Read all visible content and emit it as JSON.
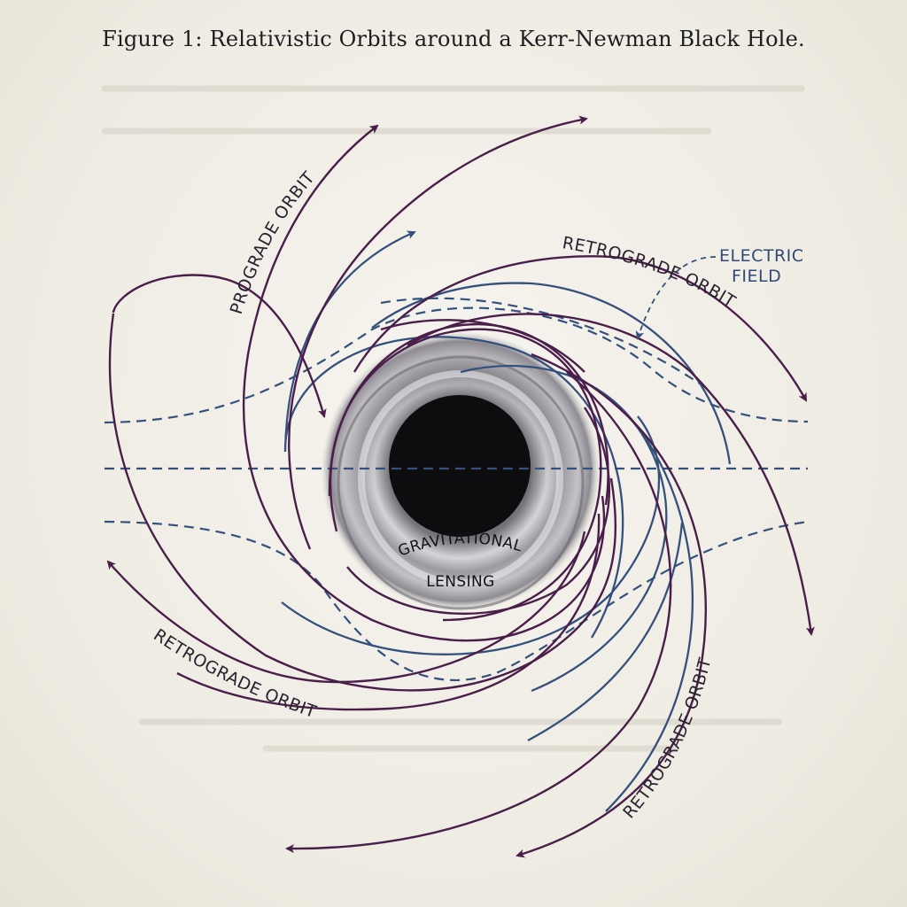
{
  "figure": {
    "caption": "Figure 1: Relativistic Orbits around a Kerr-Newman Black Hole."
  },
  "labels": {
    "prograde": "PROGRADE ORBIT",
    "retrograde_top": "RETROGRADE ORBIT",
    "retrograde_left": "RETROGRADE ORBIT",
    "retrograde_bottom": "RETROGRADE ORBIT",
    "electric_line1": "ELECTRIC",
    "electric_line2": "FIELD",
    "lensing_line1": "GRAVITATIONAL",
    "lensing_line2": "LENSING"
  },
  "colors": {
    "orbit": "#4a1e4a",
    "field": "#34507c",
    "black_hole": "#0d0c0e",
    "paper": "#f1efe7"
  }
}
